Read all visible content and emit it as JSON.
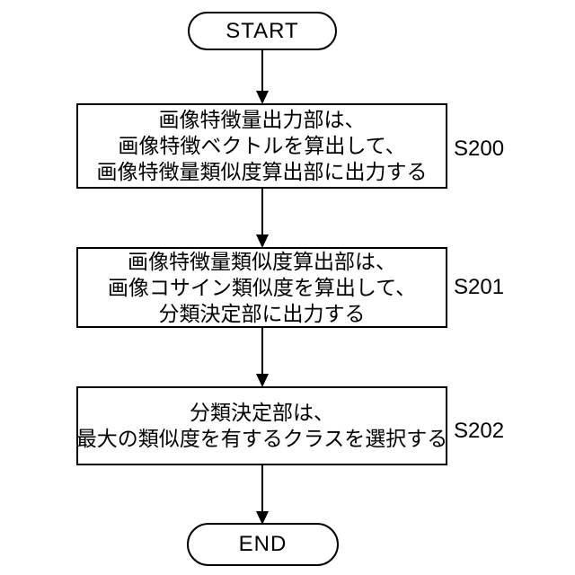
{
  "page": {
    "background_color": "#ffffff",
    "stroke_color": "#000000"
  },
  "diagram": {
    "type": "flowchart",
    "start": {
      "label": "START"
    },
    "end": {
      "label": "END"
    },
    "steps": [
      {
        "id": "S200",
        "lines": [
          "画像特徴量出力部は、",
          "画像特徴ベクトルを算出して、",
          "画像特徴量類似度算出部に出力する"
        ]
      },
      {
        "id": "S201",
        "lines": [
          "画像特徴量類似度算出部は、",
          "画像コサイン類似度を算出して、",
          "分類決定部に出力する"
        ]
      },
      {
        "id": "S202",
        "lines": [
          "分類決定部は、",
          "最大の類似度を有するクラスを選択する"
        ]
      }
    ]
  }
}
